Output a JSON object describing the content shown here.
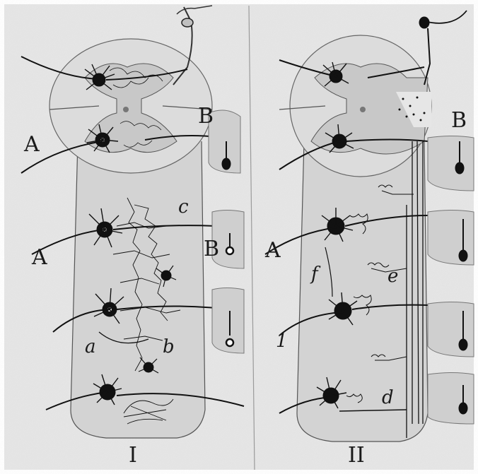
{
  "panels": [
    {
      "numeral": "I",
      "labels": {
        "A_top": "A",
        "B_top": "B",
        "A_mid": "A",
        "B_mid": "B",
        "c": "c",
        "a": "a",
        "b": "b"
      }
    },
    {
      "numeral": "II",
      "labels": {
        "B_top": "B",
        "A_mid": "A",
        "f": "f",
        "e": "e",
        "one": "1",
        "d": "d"
      }
    }
  ],
  "colors": {
    "paper": "#e9e9e9",
    "ink": "#111111",
    "wash": "#c9c9c9",
    "border": "#ffffff"
  }
}
